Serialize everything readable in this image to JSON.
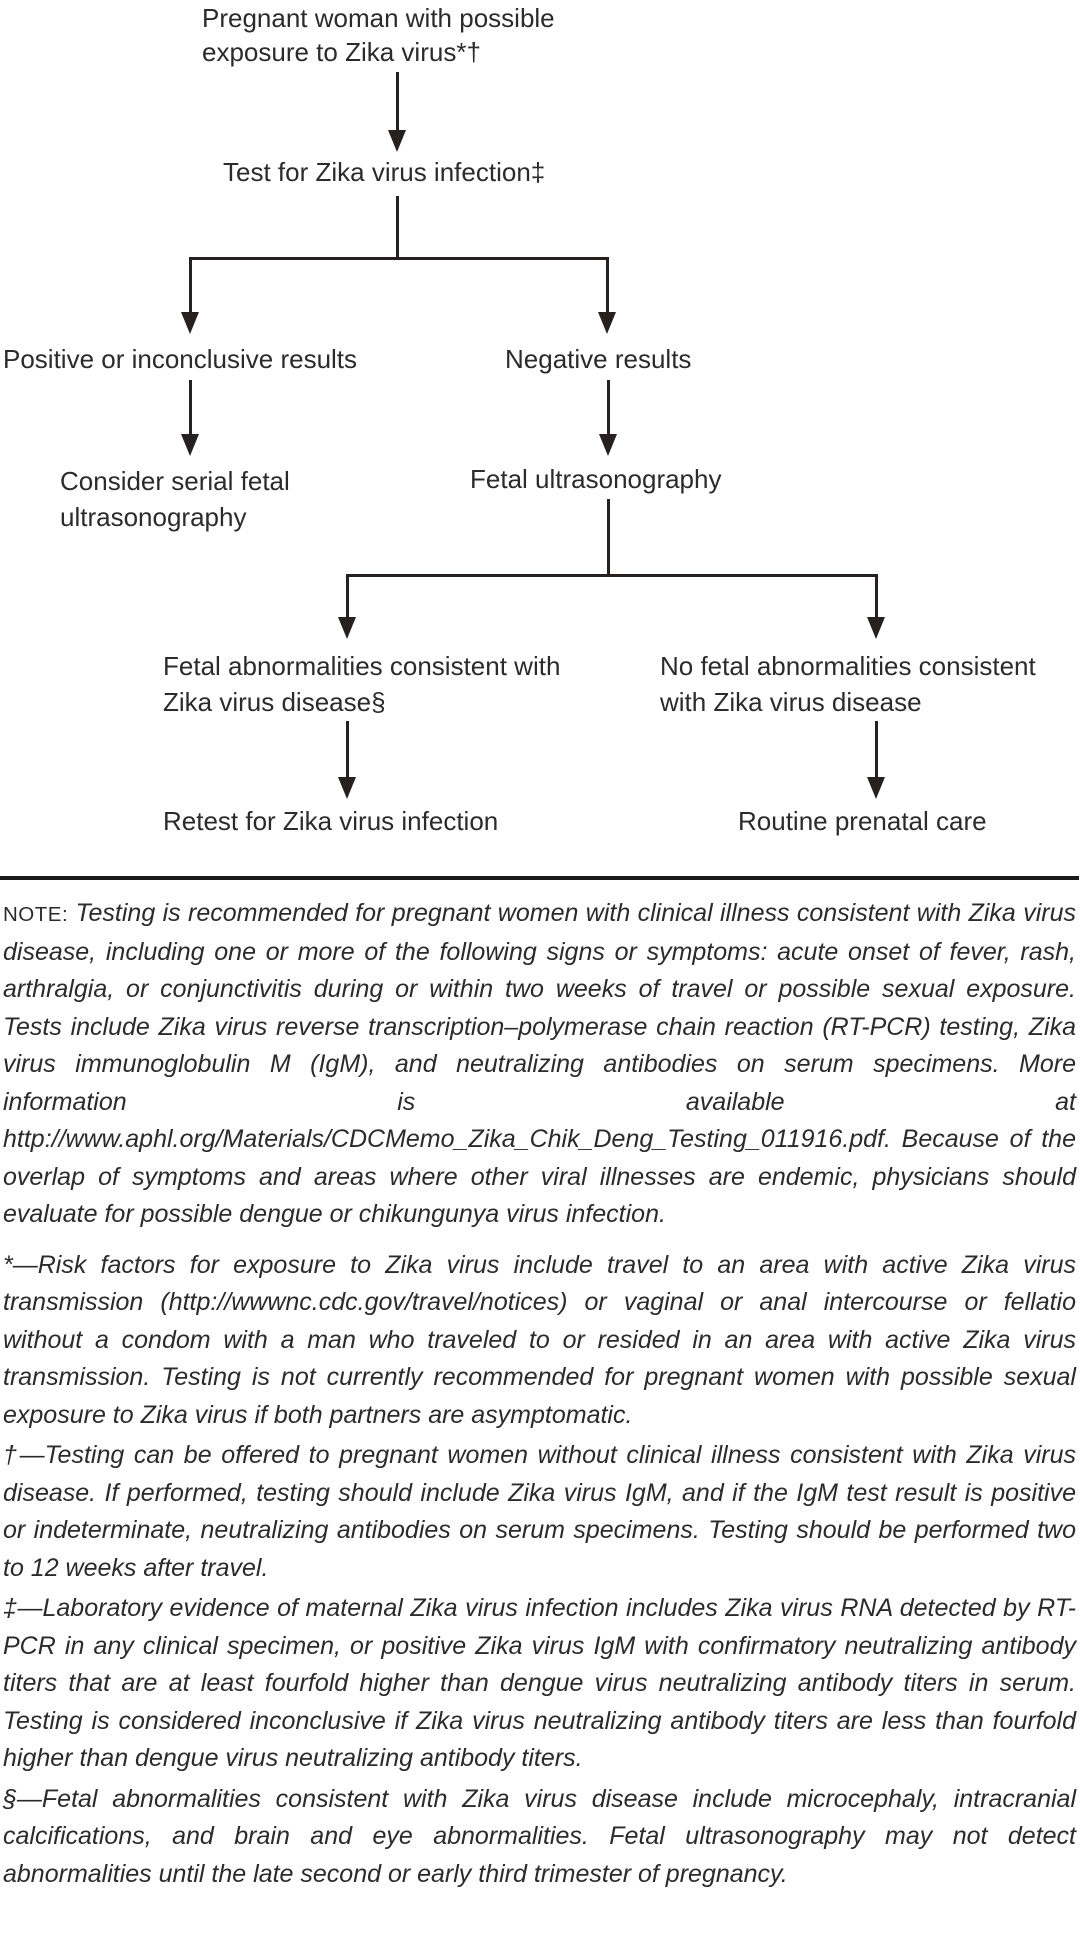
{
  "flowchart": {
    "nodes": {
      "start": "Pregnant woman with possible exposure to Zika virus*†",
      "test": "Test for Zika virus infection‡",
      "positive": "Positive or inconclusive results",
      "negative": "Negative results",
      "consider": "Consider serial fetal ultrasonography",
      "fetal_us": "Fetal ultrasonography",
      "abnormal": "Fetal abnormalities consistent with Zika virus disease§",
      "no_abnormal": "No fetal abnormalities consistent with Zika virus disease",
      "retest": "Retest for Zika virus infection",
      "routine": "Routine prenatal care"
    },
    "edges": [
      {
        "from": "start",
        "to": "test"
      },
      {
        "from": "test",
        "to": "positive"
      },
      {
        "from": "test",
        "to": "negative"
      },
      {
        "from": "positive",
        "to": "consider"
      },
      {
        "from": "negative",
        "to": "fetal_us"
      },
      {
        "from": "fetal_us",
        "to": "abnormal"
      },
      {
        "from": "fetal_us",
        "to": "no_abnormal"
      },
      {
        "from": "abnormal",
        "to": "retest"
      },
      {
        "from": "no_abnormal",
        "to": "routine"
      }
    ]
  },
  "notes": {
    "note_label": "NOTE:",
    "note_text": "Testing is recommended for pregnant women with clinical illness consistent with Zika virus disease, including one or more of the following signs or symptoms: acute onset of fever, rash, arthralgia, or conjunctivitis during or within two weeks of travel or possible sexual exposure. Tests include Zika virus reverse transcription–polymerase chain reaction (RT-PCR) testing, Zika virus immunoglobulin M (IgM), and neutralizing antibodies on serum specimens. More information is available at http://www.aphl.org/Materials/CDCMemo_Zika_Chik_Deng_Testing_011916.pdf. Because of the overlap of symptoms and areas where other viral illnesses are endemic, physicians should evaluate for possible dengue or chikungunya virus infection.",
    "footnotes": [
      {
        "symbol": "*",
        "dash": "—",
        "text": "Risk factors for exposure to Zika virus include travel to an area with active Zika virus transmission (http://wwwnc.cdc.gov/travel/notices) or vaginal or anal intercourse or fellatio without a condom with a man who traveled to or resided in an area with active Zika virus transmission. Testing is not currently recommended for pregnant women with possible sexual exposure to Zika virus if both partners are asymptomatic."
      },
      {
        "symbol": "†",
        "dash": "—",
        "text": "Testing can be offered to pregnant women without clinical illness consistent with Zika virus disease. If performed, testing should include Zika virus IgM, and if the IgM test result is positive or indeterminate, neutralizing antibodies on serum specimens. Testing should be performed two to 12 weeks after travel."
      },
      {
        "symbol": "‡",
        "dash": "—",
        "text": "Laboratory evidence of maternal Zika virus infection includes Zika virus RNA detected by RT-PCR in any clinical specimen, or positive Zika virus IgM with confirmatory neutralizing antibody titers that are at least fourfold higher than dengue virus neutralizing antibody titers in serum. Testing is considered inconclusive if Zika virus neutralizing antibody titers are less than fourfold higher than dengue virus neutralizing antibody titers."
      },
      {
        "symbol": "§",
        "dash": "—",
        "text": "Fetal abnormalities consistent with Zika virus disease include microcephaly, intracranial calcifications, and brain and eye abnormalities. Fetal ultrasonography may not detect abnormalities until the late second or early third trimester of pregnancy."
      }
    ]
  },
  "colors": {
    "text": "#2b2b2b",
    "line": "#26211f",
    "background": "#ffffff"
  }
}
